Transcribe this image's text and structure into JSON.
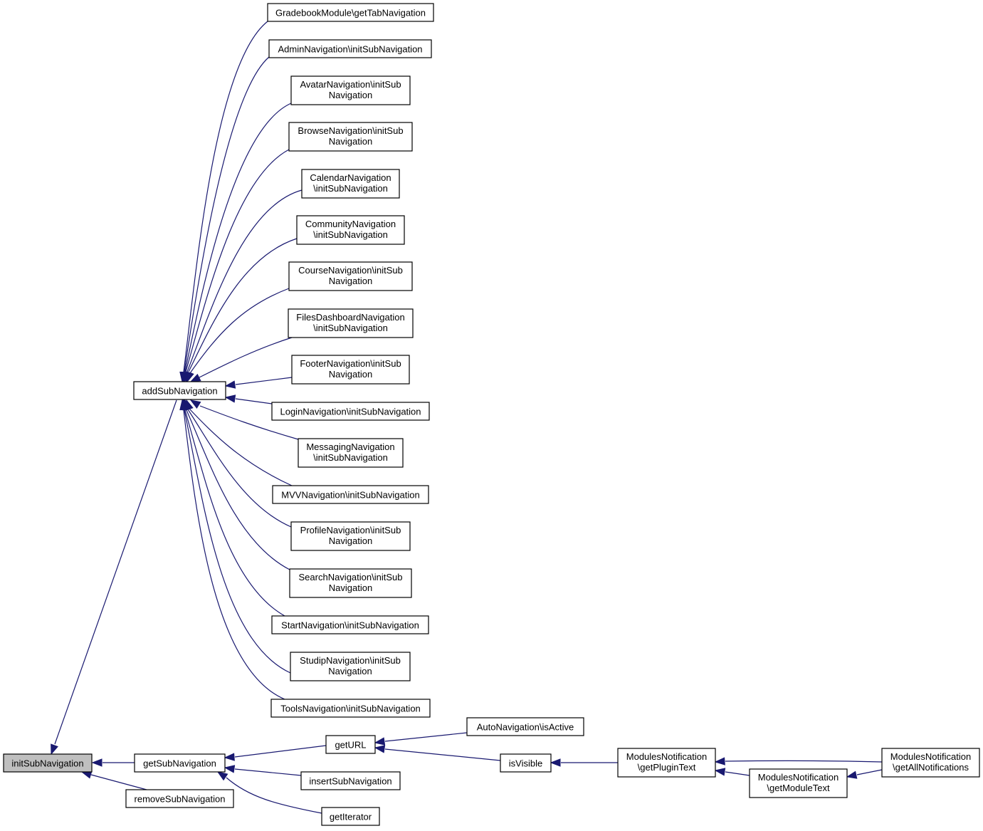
{
  "diagram": {
    "nodes": [
      {
        "id": "initSubNavigation",
        "lines": [
          "initSubNavigation"
        ],
        "root": true
      },
      {
        "id": "addSubNavigation",
        "lines": [
          "addSubNavigation"
        ]
      },
      {
        "id": "getSubNavigation",
        "lines": [
          "getSubNavigation"
        ]
      },
      {
        "id": "removeSubNavigation",
        "lines": [
          "removeSubNavigation"
        ]
      },
      {
        "id": "gradebook",
        "lines": [
          "GradebookModule\\getTabNavigation"
        ]
      },
      {
        "id": "admin",
        "lines": [
          "AdminNavigation\\initSubNavigation"
        ]
      },
      {
        "id": "avatar",
        "lines": [
          "AvatarNavigation\\initSub",
          "Navigation"
        ]
      },
      {
        "id": "browse",
        "lines": [
          "BrowseNavigation\\initSub",
          "Navigation"
        ]
      },
      {
        "id": "calendar",
        "lines": [
          "CalendarNavigation",
          "\\initSubNavigation"
        ]
      },
      {
        "id": "community",
        "lines": [
          "CommunityNavigation",
          "\\initSubNavigation"
        ]
      },
      {
        "id": "course",
        "lines": [
          "CourseNavigation\\initSub",
          "Navigation"
        ]
      },
      {
        "id": "filesdash",
        "lines": [
          "FilesDashboardNavigation",
          "\\initSubNavigation"
        ]
      },
      {
        "id": "footer",
        "lines": [
          "FooterNavigation\\initSub",
          "Navigation"
        ]
      },
      {
        "id": "login",
        "lines": [
          "LoginNavigation\\initSubNavigation"
        ]
      },
      {
        "id": "messaging",
        "lines": [
          "MessagingNavigation",
          "\\initSubNavigation"
        ]
      },
      {
        "id": "mvv",
        "lines": [
          "MVVNavigation\\initSubNavigation"
        ]
      },
      {
        "id": "profile",
        "lines": [
          "ProfileNavigation\\initSub",
          "Navigation"
        ]
      },
      {
        "id": "search",
        "lines": [
          "SearchNavigation\\initSub",
          "Navigation"
        ]
      },
      {
        "id": "start",
        "lines": [
          "StartNavigation\\initSubNavigation"
        ]
      },
      {
        "id": "studip",
        "lines": [
          "StudipNavigation\\initSub",
          "Navigation"
        ]
      },
      {
        "id": "tools",
        "lines": [
          "ToolsNavigation\\initSubNavigation"
        ]
      },
      {
        "id": "getURL",
        "lines": [
          "getURL"
        ]
      },
      {
        "id": "insertSubNavigation",
        "lines": [
          "insertSubNavigation"
        ]
      },
      {
        "id": "getIterator",
        "lines": [
          "getIterator"
        ]
      },
      {
        "id": "autoIsActive",
        "lines": [
          "AutoNavigation\\isActive"
        ]
      },
      {
        "id": "isVisible",
        "lines": [
          "isVisible"
        ]
      },
      {
        "id": "getPluginText",
        "lines": [
          "ModulesNotification",
          "\\getPluginText"
        ]
      },
      {
        "id": "getModuleText",
        "lines": [
          "ModulesNotification",
          "\\getModuleText"
        ]
      },
      {
        "id": "getAllNotifications",
        "lines": [
          "ModulesNotification",
          "\\getAllNotifications"
        ]
      }
    ],
    "edges": [
      {
        "from": "addSubNavigation",
        "to": "initSubNavigation"
      },
      {
        "from": "getSubNavigation",
        "to": "initSubNavigation"
      },
      {
        "from": "removeSubNavigation",
        "to": "initSubNavigation"
      },
      {
        "from": "gradebook",
        "to": "addSubNavigation"
      },
      {
        "from": "admin",
        "to": "addSubNavigation"
      },
      {
        "from": "avatar",
        "to": "addSubNavigation"
      },
      {
        "from": "browse",
        "to": "addSubNavigation"
      },
      {
        "from": "calendar",
        "to": "addSubNavigation"
      },
      {
        "from": "community",
        "to": "addSubNavigation"
      },
      {
        "from": "course",
        "to": "addSubNavigation"
      },
      {
        "from": "filesdash",
        "to": "addSubNavigation"
      },
      {
        "from": "footer",
        "to": "addSubNavigation"
      },
      {
        "from": "login",
        "to": "addSubNavigation"
      },
      {
        "from": "messaging",
        "to": "addSubNavigation"
      },
      {
        "from": "mvv",
        "to": "addSubNavigation"
      },
      {
        "from": "profile",
        "to": "addSubNavigation"
      },
      {
        "from": "search",
        "to": "addSubNavigation"
      },
      {
        "from": "start",
        "to": "addSubNavigation"
      },
      {
        "from": "studip",
        "to": "addSubNavigation"
      },
      {
        "from": "tools",
        "to": "addSubNavigation"
      },
      {
        "from": "getURL",
        "to": "getSubNavigation"
      },
      {
        "from": "insertSubNavigation",
        "to": "getSubNavigation"
      },
      {
        "from": "getIterator",
        "to": "getSubNavigation"
      },
      {
        "from": "autoIsActive",
        "to": "getURL"
      },
      {
        "from": "isVisible",
        "to": "getURL"
      },
      {
        "from": "getPluginText",
        "to": "isVisible"
      },
      {
        "from": "getModuleText",
        "to": "getPluginText"
      },
      {
        "from": "getAllNotifications",
        "to": "getPluginText"
      },
      {
        "from": "getAllNotifications",
        "to": "getModuleText"
      }
    ],
    "colors": {
      "edge": "#191970",
      "root_fill": "#bfbfbf",
      "node_fill": "#ffffff",
      "node_stroke": "#000000"
    }
  }
}
